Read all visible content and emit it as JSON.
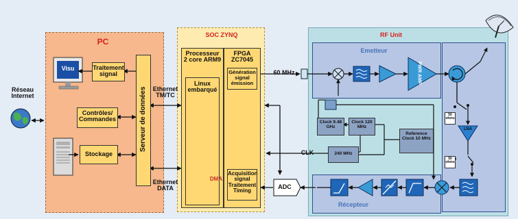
{
  "pc": {
    "title": "PC",
    "visu": "Visu",
    "traitement": "Traitement signal",
    "controles": "Contrôles/ Commandes",
    "stockage": "Stockage",
    "serveur": "Serveur de données"
  },
  "reseau": "Réseau Internet",
  "ethernet_tmtc": "Ethernet TM/TC",
  "ethernet_data": "Ethernet DATA",
  "soc": {
    "title": "SOC ZYNQ",
    "processeur": "Processeur 2 core ARM9",
    "linux": "Linux embarqué",
    "fpga": "FPGA ZC7045",
    "generation": "Génération signal émission",
    "acquisition": "Acquisition signal Traitement Timing",
    "dma": "DMA"
  },
  "mhz60": "60 MHz",
  "clk": "CLK",
  "adc": "ADC",
  "rf": {
    "title": "RF Unit",
    "emetteur": "Emetteur",
    "recepteur": "Récepteur",
    "pwr_amp": "PWR AMP",
    "clock948": "Clock 9.48 GHz",
    "clock120": "Clock 120 MHz",
    "refclock": "Reference Clock 10 MHz",
    "mhz240": "240 MHz",
    "lna": "LNA",
    "ohms_top": "50 ohms",
    "ohms_bottom": "50 ohms"
  },
  "colors": {
    "pc_bg": "#f6b88c",
    "soc_bg": "#fdebb0",
    "rf_bg": "#bcdfe6",
    "block_yellow": "#ffd873",
    "block_blue": "#8da3c4",
    "title_red": "#d2231b",
    "title_blue": "#4a74b8"
  }
}
